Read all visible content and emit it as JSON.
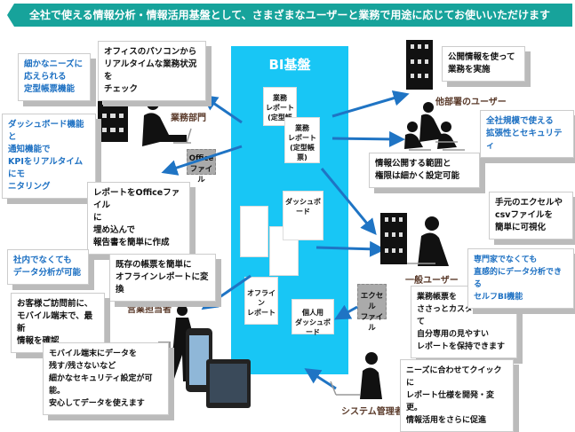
{
  "banner": "全社で使える情報分析・情報活用基盤として、さまざまなユーザーと業務で用途に応じてお使いいただけます",
  "bi_title": "BI基盤",
  "docs": {
    "report1": "業務\nレポート\n(定型帳",
    "report2": "業務\nレポート\n(定型帳票)",
    "dashboard": "ダッシュボード",
    "offline": "オフライン\nレポート",
    "personal": "個人用\nダッシュボード"
  },
  "files": {
    "office": "Office\nファイル",
    "excel": "エクセル\nファイル"
  },
  "labels": {
    "business_dept": "業務部門",
    "other_dept": "他部署のユーザー",
    "general_user": "一般ユーザー",
    "sales": "営業担当者",
    "sysadmin": "システム管理者"
  },
  "boxes": {
    "fixed_report": "細かなニーズに\n応えられる\n定型帳票機能",
    "office_pc": "オフィスのパソコンから\nリアルタイムな業務状況を\nチェック",
    "dashboard_kpi": "ダッシュボード機能と\n通知機能で\nKPIをリアルタイムにモ\nニタリング",
    "office_embed": "レポートをOfficeファイル\nに\n埋め込んで\n報告書を簡単に作成",
    "public_info": "公開情報を使って\n業務を実施",
    "scalability": "全社規模で使える\n拡張性とセキュリティ",
    "permissions": "情報公開する範囲と\n権限は細かく設定可能",
    "excel_csv": "手元のエクセルや\ncsvファイルを\n簡単に可視化",
    "self_bi": "専門家でなくても\n直感的にデータ分析できる\nセルフBI機能",
    "custom_report": "業務帳票を\nささっとカスタマイズして\n自分専用の見やすい\nレポートを保持できます",
    "outside": "社内でなくても\nデータ分析が可能",
    "offline_convert": "既存の帳票を簡単に\nオフラインレポートに変換",
    "visit": "お客様ご訪問前に、\nモバイル端末で、最新\n情報を確認",
    "mobile_security": "モバイル端末にデータを\n残す/残さないなど\n細かなセキュリティ設定が可能。\n安心してデータを使えます",
    "quick_dev": "ニーズに合わせてクイックに\nレポート仕様を開発・変更。\n情報活用をさらに促進"
  },
  "colors": {
    "banner": "#17a39b",
    "bi": "#18c6f5",
    "arrow": "#1f74c4",
    "blue_text": "#1b6fc2",
    "label": "#5a3a2a"
  }
}
